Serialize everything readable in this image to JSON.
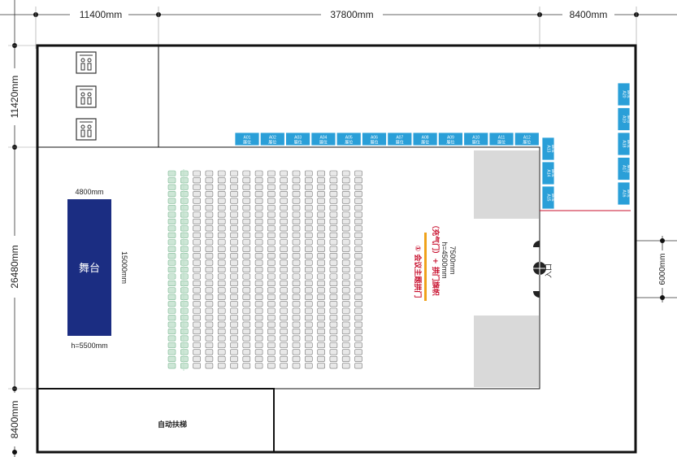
{
  "dimensions": {
    "top": [
      "11400mm",
      "37800mm",
      "8400mm"
    ],
    "left": [
      "11420mm",
      "26480mm",
      "8400mm"
    ],
    "right": "6000mm"
  },
  "stage": {
    "label": "舞台",
    "width": "4800mm",
    "depth": "15000mm",
    "height": "h=5500mm"
  },
  "escalator": {
    "label": "自动扶梯"
  },
  "entrance": {
    "label": "入口"
  },
  "arch": {
    "line1": "① 会议主题拱门",
    "line2": "（充气门）+ 拱门旗帜",
    "line3": "h=4500mm",
    "line4": "7500mm"
  },
  "booths_top": [
    {
      "code": "A01",
      "sub": "展位"
    },
    {
      "code": "A02",
      "sub": "展位"
    },
    {
      "code": "A03",
      "sub": "展位"
    },
    {
      "code": "A04",
      "sub": "展位"
    },
    {
      "code": "A05",
      "sub": "展位"
    },
    {
      "code": "A06",
      "sub": "展位"
    },
    {
      "code": "A07",
      "sub": "展位"
    },
    {
      "code": "A08",
      "sub": "展位"
    },
    {
      "code": "A09",
      "sub": "展位"
    },
    {
      "code": "A10",
      "sub": "展位"
    },
    {
      "code": "A11",
      "sub": "展位"
    },
    {
      "code": "A12",
      "sub": "展位"
    }
  ],
  "booths_inner_right": [
    {
      "code": "A13",
      "sub": "展位"
    },
    {
      "code": "A14",
      "sub": "展位"
    },
    {
      "code": "A15",
      "sub": "展位"
    }
  ],
  "booths_outer_right": [
    {
      "code": "A20",
      "sub": "展位"
    },
    {
      "code": "A19",
      "sub": "展位"
    },
    {
      "code": "A18",
      "sub": "展位"
    },
    {
      "code": "A17",
      "sub": "展位"
    },
    {
      "code": "A16",
      "sub": "展位"
    }
  ],
  "seating": {
    "columns": 16,
    "rows": 29
  },
  "colors": {
    "stage": "#1b2d82",
    "booth": "#2a9fd8",
    "arch_bar": "#f0a21a",
    "arch_text": "#c8102e",
    "seat_green": "#cde6d6",
    "seat_grey": "#e8e8e8",
    "block_grey": "#d9d9d9",
    "wall": "#111111",
    "red_line": "#c8102e"
  },
  "icons": [
    "elevator-icon",
    "elevator-icon",
    "elevator-icon",
    "door-icon"
  ]
}
